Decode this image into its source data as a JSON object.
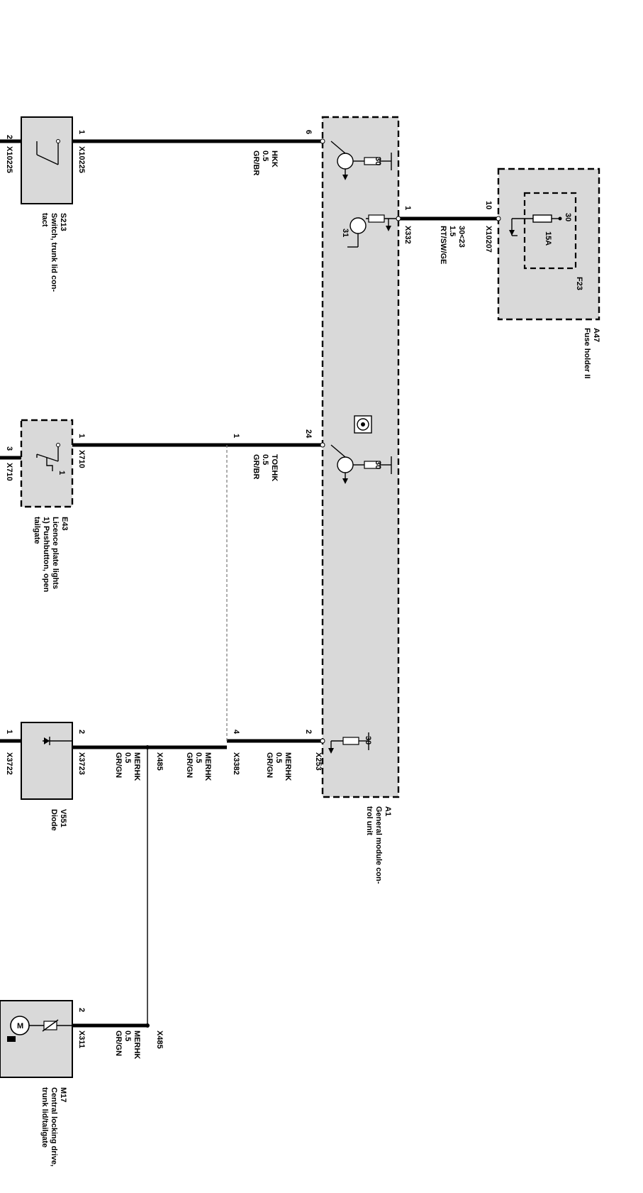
{
  "components": {
    "s213": {
      "id": "S213",
      "name_line1": "Switch, trunk lid con-",
      "name_line2": "tact"
    },
    "e43": {
      "id": "E43",
      "name_line1": "Licence plate lights",
      "name_line2": "1) Pushbutton, open",
      "name_line3": "tailgate"
    },
    "v551": {
      "id": "V551",
      "name_line1": "Diode"
    },
    "m17": {
      "id": "M17",
      "name_line1": "Central locking drive,",
      "name_line2": "trunk lid/tailgate"
    },
    "a1": {
      "id": "A1",
      "name_line1": "General module con-",
      "name_line2": "trol unit"
    },
    "a47": {
      "id": "A47",
      "name_line1": "Fuse holder II"
    },
    "f23": {
      "id": "F23",
      "rating": "15A",
      "terminal": "30"
    }
  },
  "connectors": {
    "x10225": "X10225",
    "x710": "X710",
    "x3723": "X3723",
    "x3722": "X3722",
    "x311": "X311",
    "x253": "X253",
    "x332": "X332",
    "x10207": "X10207",
    "x3382": "X3382",
    "x485": "X485"
  },
  "pins": {
    "s213_1": "1",
    "s213_2": "2",
    "e43_1": "1",
    "e43_3": "3",
    "e43_inner": "1",
    "v551_2": "2",
    "v551_1": "1",
    "m17_2": "2",
    "a1_6": "6",
    "a1_24": "24",
    "a1_2": "2",
    "a1_1": "1",
    "a47_10": "10",
    "x3382_1": "1",
    "x3382_4": "4"
  },
  "wires": {
    "hkk": {
      "signal": "HKK",
      "size": "0.5",
      "color": "GR/BR"
    },
    "toehk": {
      "signal": "TOEHK",
      "size": "0.5",
      "color": "GR/BR"
    },
    "merhk_a1": {
      "signal": "MERHK",
      "size": "0.5",
      "color": "GR/GN"
    },
    "merhk_mid": {
      "signal": "MERHK",
      "size": "0.5",
      "color": "GR/GN"
    },
    "merhk_diode": {
      "signal": "MERHK",
      "size": "0.5",
      "color": "GR/GN"
    },
    "merhk_m17": {
      "signal": "MERHK",
      "size": "0.5",
      "color": "GR/GN"
    },
    "power": {
      "signal": "30<23",
      "size": "1.5",
      "color": "RT/SW/GE"
    }
  },
  "internal": {
    "t30_a": "30",
    "t30_b": "30",
    "t30_c": "30",
    "t31": "31"
  },
  "icons": {
    "steering": "steering-wheel-icon",
    "motor": "motor-icon",
    "ground": "ground-arrow-icon"
  }
}
